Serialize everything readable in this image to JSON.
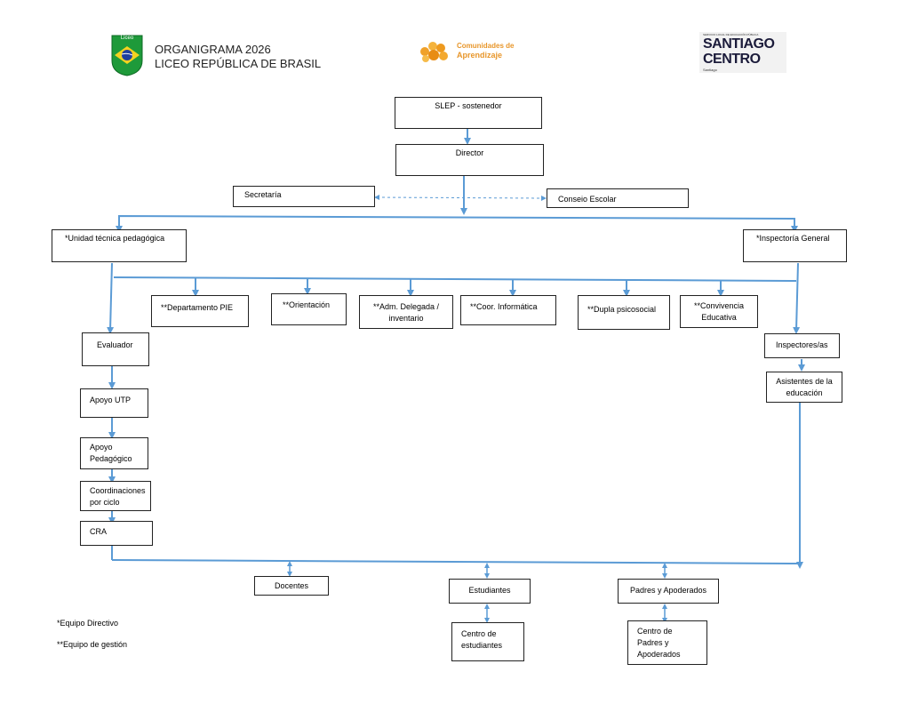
{
  "header": {
    "title_line1": "ORGANIGRAMA 2026",
    "title_line2": "LICEO REPÚBLICA DE BRASIL",
    "school_logo_text": "Liceo",
    "comunidades_line1": "Comunidades de",
    "comunidades_line2": "Aprendizaje",
    "slep_small": "SERVICIO LOCAL DE EDUCACIÓN PÚBLICA",
    "slep_line1": "SANTIAGO",
    "slep_line2": "CENTRO",
    "slep_footer": "Santiago"
  },
  "colors": {
    "connector": "#5b9bd5",
    "box_border": "#222222"
  },
  "nodes": {
    "slep": "SLEP - sostenedor",
    "director": "Director",
    "secretaria": "Secretaría",
    "consejo": "Conseio Escolar",
    "utp": "*Unidad técnica pedagógica",
    "inspectoria": "*Inspectoría General",
    "depto_pie": "**Departamento PIE",
    "orientacion": "**Orientación",
    "adm_delegada": "**Adm. Delegada / inventario",
    "coor_informatica": "**Coor. Informática",
    "dupla": "**Dupla psicosocial",
    "convivencia": "**Convivencia Educativa",
    "evaluador": "Evaluador",
    "apoyo_utp": "Apoyo UTP",
    "apoyo_pedagogico": "Apoyo Pedagógico",
    "coordinaciones": "Coordinaciones por ciclo",
    "cra": "CRA",
    "inspectores": "Inspectores/as",
    "asistentes": "Asistentes de la educación",
    "docentes": "Docentes",
    "estudiantes": "Estudiantes",
    "padres": "Padres y Apoderados",
    "centro_estudiantes": "Centro de estudiantes",
    "centro_padres": "Centro de Padres y Apoderados"
  },
  "legend": {
    "equipo_directivo": "*Equipo Directivo",
    "equipo_gestion": "**Equipo de gestión"
  }
}
